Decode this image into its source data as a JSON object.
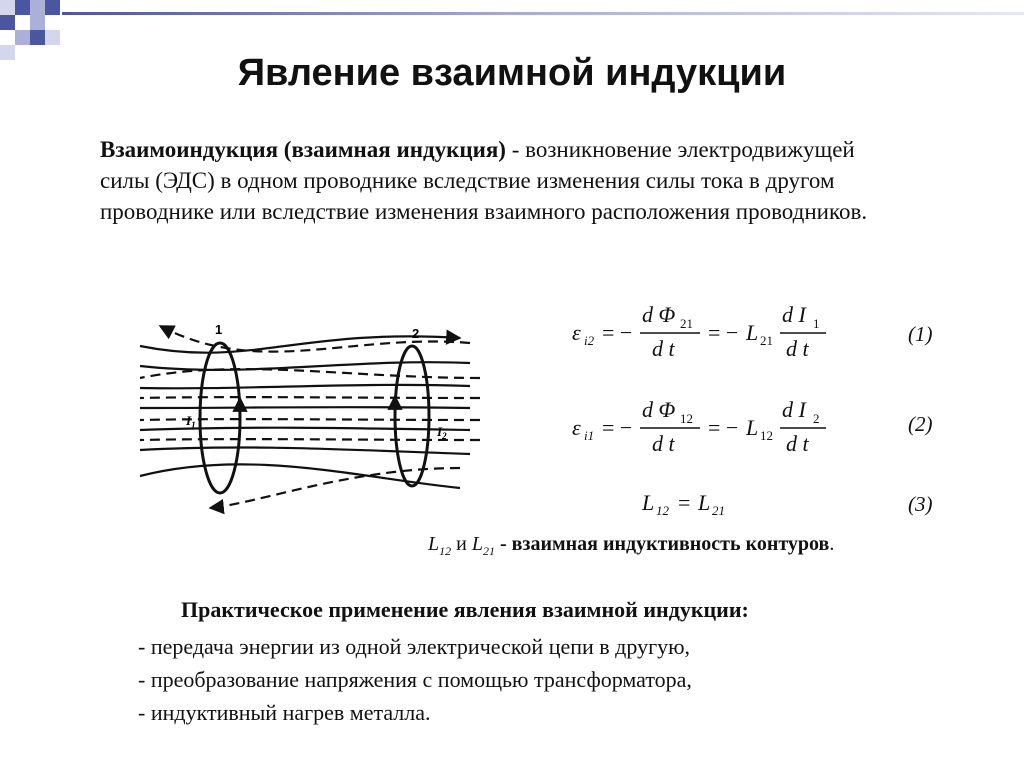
{
  "slide": {
    "title": "Явление взаимной индукции",
    "definition": {
      "term": "Взаимоиндукция (взаимная индукция)",
      "text": " - возникновение электродвижущей силы (ЭДС) в одном проводнике вследствие изменения силы тока в другом проводнике или вследствие изменения взаимного расположения проводников."
    },
    "figure": {
      "loop1_label": "1",
      "loop2_label": "2",
      "current1_label": "I",
      "current1_sub": "1",
      "current2_label": "I",
      "current2_sub": "2"
    },
    "equations": [
      {
        "number": "(1)"
      },
      {
        "number": "(2)"
      },
      {
        "number": "(3)"
      }
    ],
    "inductance_note": {
      "l12": "L",
      "l12_sub": "12",
      "and": " и ",
      "l21": "L",
      "l21_sub": "21",
      "text": " - взаимная индуктивность контуров",
      "end": "."
    },
    "applications": {
      "title": "Практическое применение явления взаимной индукции:",
      "items": [
        "- передача энергии из одной электрической цепи в другую,",
        "- преобразование напряжения с помощью трансформатора,",
        "- индуктивный нагрев металла."
      ]
    }
  },
  "colors": {
    "deco_dark": "#4a56a0",
    "deco_light": "#aab0d8",
    "deco_pale": "#d4d7ec"
  }
}
